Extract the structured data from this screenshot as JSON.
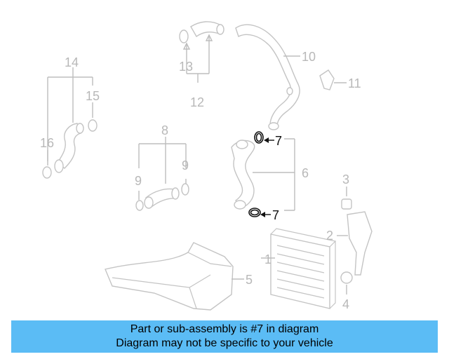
{
  "callouts": [
    {
      "id": "c1",
      "label": "1"
    },
    {
      "id": "c2",
      "label": "2"
    },
    {
      "id": "c3",
      "label": "3"
    },
    {
      "id": "c4",
      "label": "4"
    },
    {
      "id": "c5",
      "label": "5"
    },
    {
      "id": "c6",
      "label": "6"
    },
    {
      "id": "c7a",
      "label": "7"
    },
    {
      "id": "c7b",
      "label": "7"
    },
    {
      "id": "c8",
      "label": "8"
    },
    {
      "id": "c9a",
      "label": "9"
    },
    {
      "id": "c9b",
      "label": "9"
    },
    {
      "id": "c10",
      "label": "10"
    },
    {
      "id": "c11",
      "label": "11"
    },
    {
      "id": "c12",
      "label": "12"
    },
    {
      "id": "c13",
      "label": "13"
    },
    {
      "id": "c14",
      "label": "14"
    },
    {
      "id": "c15",
      "label": "15"
    },
    {
      "id": "c16",
      "label": "16"
    }
  ],
  "highlighted_part": "7",
  "banner": {
    "line1": "Part or sub-assembly is #7 in diagram",
    "line2": "Diagram may not be specific to your vehicle",
    "color": "#5bbcf5"
  }
}
